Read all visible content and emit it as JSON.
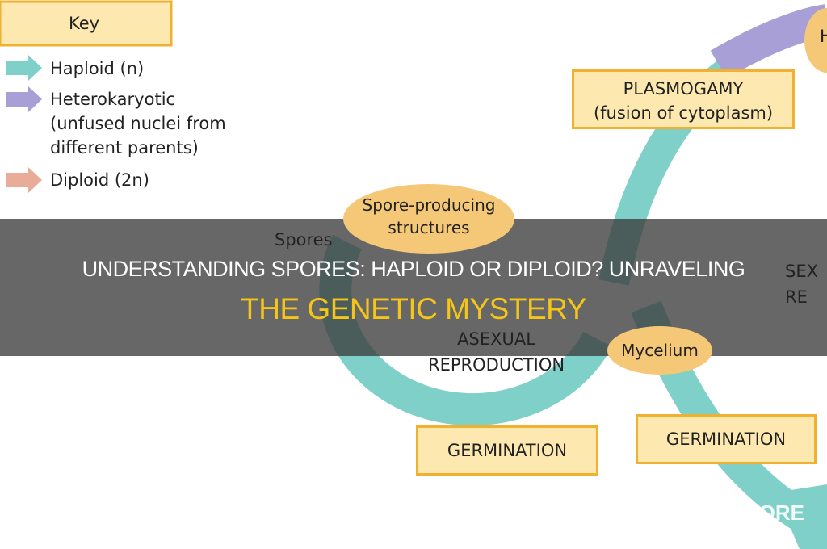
{
  "diagram": {
    "key": {
      "title": "Key",
      "items": [
        {
          "label": "Haploid (n)",
          "color": "#7fd0c8"
        },
        {
          "label": "Heterokaryotic\n(unfused nuclei from\ndifferent parents)",
          "color": "#a79fd6"
        },
        {
          "label": "Diploid (2n)",
          "color": "#e8ac98"
        }
      ]
    },
    "plasmogamy": "PLASMOGAMY\n(fusion of cytoplasm)",
    "spore_structures": "Spore-producing\nstructures",
    "spores": "Spores",
    "asexual": "ASEXUAL\nREPRODUCTION",
    "mycelium": "Mycelium",
    "sexual": "SEX\nRE",
    "germination_left": "GERMINATION",
    "germination_right": "GERMINATION",
    "corner": "H"
  },
  "title": {
    "line1": "UNDERSTANDING SPORES: HAPLOID OR DIPLOID? UNRAVELING",
    "line2": "THE GENETIC MYSTERY"
  },
  "watermark": "SPORE",
  "colors": {
    "haploid": "#7fd0c8",
    "title_accent": "#f5c518"
  }
}
